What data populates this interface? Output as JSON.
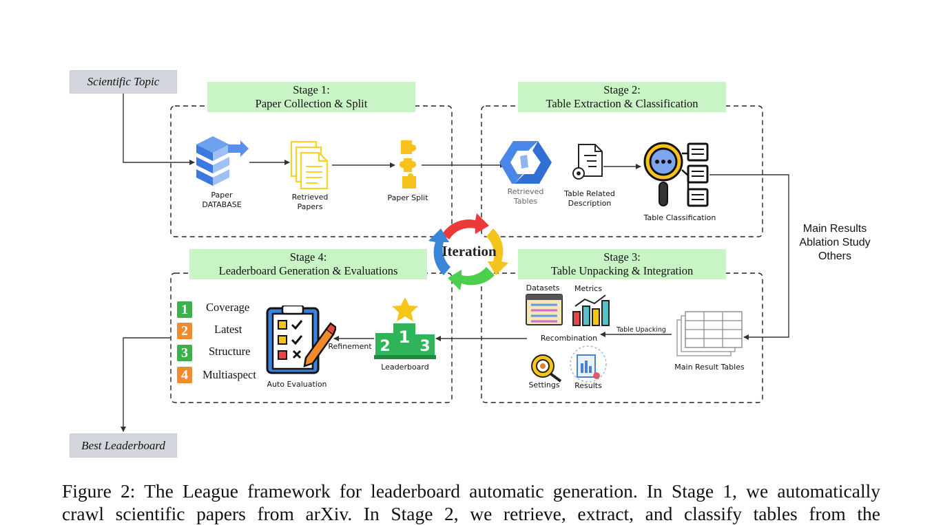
{
  "topic": "Scientific Topic",
  "output": "Best Leaderboard",
  "stages": [
    {
      "title": "Stage 1:",
      "subtitle": "Paper Collection & Split"
    },
    {
      "title": "Stage 2:",
      "subtitle": "Table Extraction & Classification"
    },
    {
      "title": "Stage 3:",
      "subtitle": "Table Unpacking & Integration"
    },
    {
      "title": "Stage 4:",
      "subtitle": "Leaderboard Generation & Evaluations"
    }
  ],
  "stage1": {
    "database_line1": "Paper",
    "database_line2": "DATABASE",
    "retrieved_line1": "Retrieved",
    "retrieved_line2": "Papers",
    "split": "Paper Split"
  },
  "stage2": {
    "tables_line1": "Retrieved",
    "tables_line2": "Tables",
    "desc_line1": "Table Related",
    "desc_line2": "Description",
    "classification": "Table Classification"
  },
  "classes": [
    "Main Results",
    "Ablation Study",
    "Others"
  ],
  "stage3": {
    "datasets": "Datasets",
    "metrics": "Metrics",
    "recombination": "Recombination",
    "unpacking": "Table Upacking",
    "main_tables": "Main Result Tables",
    "settings": "Settings",
    "results": "Results"
  },
  "stage4": {
    "refinement": "Refinement",
    "leaderboard": "Leaderboard",
    "auto_eval": "Auto Evaluation",
    "podium": [
      "2",
      "1",
      "3"
    ],
    "criteria": [
      {
        "num": "1",
        "label": "Coverage",
        "color": "#3cb04a"
      },
      {
        "num": "2",
        "label": "Latest",
        "color": "#f18a2d"
      },
      {
        "num": "3",
        "label": "Structure",
        "color": "#3cb04a"
      },
      {
        "num": "4",
        "label": "Multiaspect",
        "color": "#f18a2d"
      }
    ]
  },
  "iteration": "Iteration",
  "caption": {
    "line1": "Figure 2: The League framework for leaderboard automatic generation. In Stage 1, we automatically",
    "line2": "crawl scientific papers from arXiv.  In Stage 2, we retrieve, extract, and classify tables from the"
  }
}
